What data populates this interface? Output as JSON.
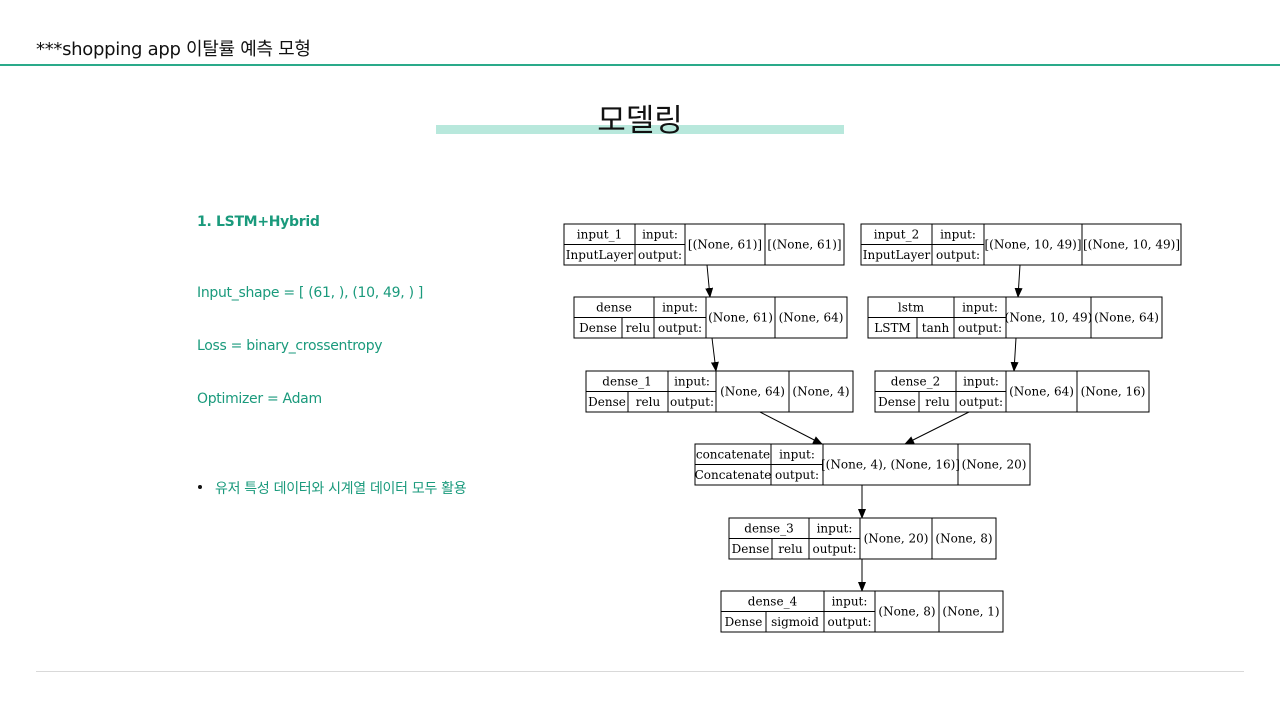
{
  "header": {
    "title": "***shopping app 이탈률 예측 모형"
  },
  "section": {
    "title": "모델링"
  },
  "model_info": {
    "heading": "1. LSTM+Hybrid",
    "input_shape": "Input_shape = [ (61, ), (10, 49, ) ]",
    "loss": "Loss = binary_crossentropy",
    "optimizer": "Optimizer = Adam"
  },
  "bullets": [
    "유저 특성 데이터와 시계열 데이터 모두 활용"
  ],
  "diagram": {
    "input_label": "input:",
    "output_label": "output:",
    "nodes": [
      {
        "id": "input_1",
        "name": "input_1",
        "type": "InputLayer",
        "activation": "",
        "input": "[(None, 61)]",
        "output": "[(None, 61)]"
      },
      {
        "id": "input_2",
        "name": "input_2",
        "type": "InputLayer",
        "activation": "",
        "input": "[(None, 10, 49)]",
        "output": "[(None, 10, 49)]"
      },
      {
        "id": "dense",
        "name": "dense",
        "type": "Dense",
        "activation": "relu",
        "input": "(None, 61)",
        "output": "(None, 64)"
      },
      {
        "id": "lstm",
        "name": "lstm",
        "type": "LSTM",
        "activation": "tanh",
        "input": "(None, 10, 49)",
        "output": "(None, 64)"
      },
      {
        "id": "dense_1",
        "name": "dense_1",
        "type": "Dense",
        "activation": "relu",
        "input": "(None, 64)",
        "output": "(None, 4)"
      },
      {
        "id": "dense_2",
        "name": "dense_2",
        "type": "Dense",
        "activation": "relu",
        "input": "(None, 64)",
        "output": "(None, 16)"
      },
      {
        "id": "concatenate",
        "name": "concatenate",
        "type": "Concatenate",
        "activation": "",
        "input": "[(None, 4), (None, 16)]",
        "output": "(None, 20)"
      },
      {
        "id": "dense_3",
        "name": "dense_3",
        "type": "Dense",
        "activation": "relu",
        "input": "(None, 20)",
        "output": "(None, 8)"
      },
      {
        "id": "dense_4",
        "name": "dense_4",
        "type": "Dense",
        "activation": "sigmoid",
        "input": "(None, 8)",
        "output": "(None, 1)"
      }
    ],
    "edges": [
      [
        "input_1",
        "dense"
      ],
      [
        "input_2",
        "lstm"
      ],
      [
        "dense",
        "dense_1"
      ],
      [
        "lstm",
        "dense_2"
      ],
      [
        "dense_1",
        "concatenate"
      ],
      [
        "dense_2",
        "concatenate"
      ],
      [
        "concatenate",
        "dense_3"
      ],
      [
        "dense_3",
        "dense_4"
      ]
    ]
  }
}
